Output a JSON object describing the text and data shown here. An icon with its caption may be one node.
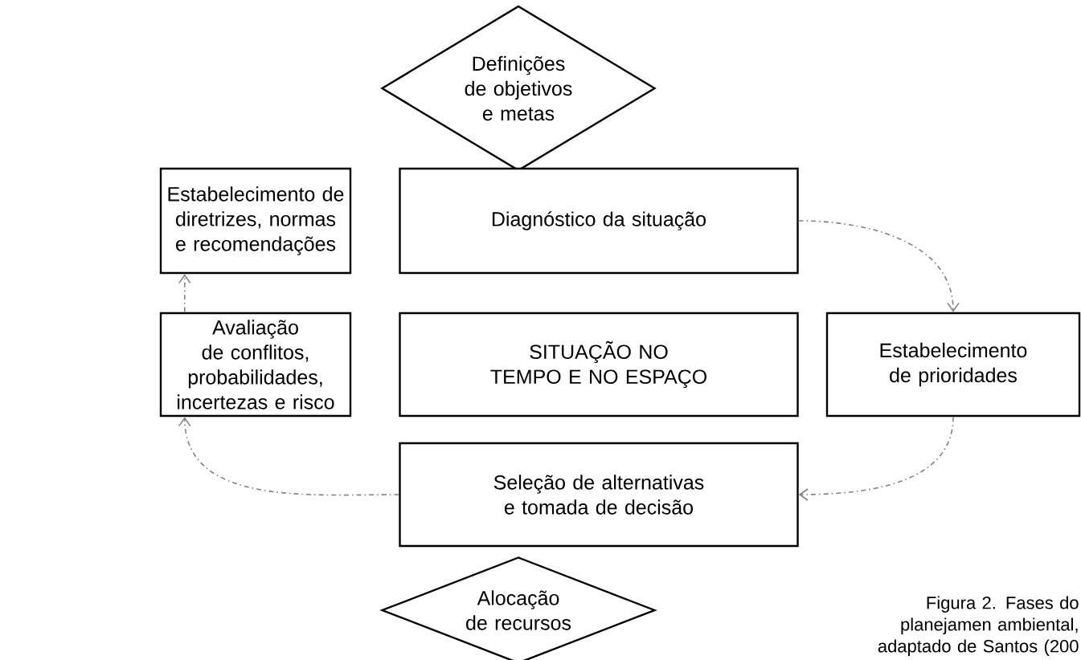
{
  "diagram": {
    "caption": "Figura 2. Fases do planejamen ambiental, adaptado de Santos (200",
    "nodes": [
      {
        "text": [
          "Definições de objetivos e metas"
        ]
      },
      {
        "text": [
          "Estabelecimento de diretrizes, normas e recomendações"
        ]
      },
      {
        "text": [
          "Diagnóstico da situação"
        ]
      },
      {
        "text": [
          "Avaliação de conflitos, probabilidades, incertezas e risco"
        ]
      },
      {
        "text": [
          "SITUAÇÃO NO TEMPO E NO ESPAÇO"
        ]
      },
      {
        "text": [
          "Estabelecimento de prioridades"
        ]
      },
      {
        "text": [
          "Seleção de alternativas e tomada de decisão"
        ]
      },
      {
        "text": [
          "Alocação de recursos"
        ]
      }
    ],
    "edges": [
      {
        "from": 2,
        "to": 5,
        "arrow": "to",
        "style": "dashed"
      },
      {
        "from": 5,
        "to": 6,
        "arrow": "to",
        "style": "dashed"
      },
      {
        "from": 6,
        "to": 3,
        "arrow": "to",
        "style": "dashed"
      },
      {
        "from": 3,
        "to": 1,
        "arrow": "to",
        "style": "dashed"
      }
    ]
  }
}
